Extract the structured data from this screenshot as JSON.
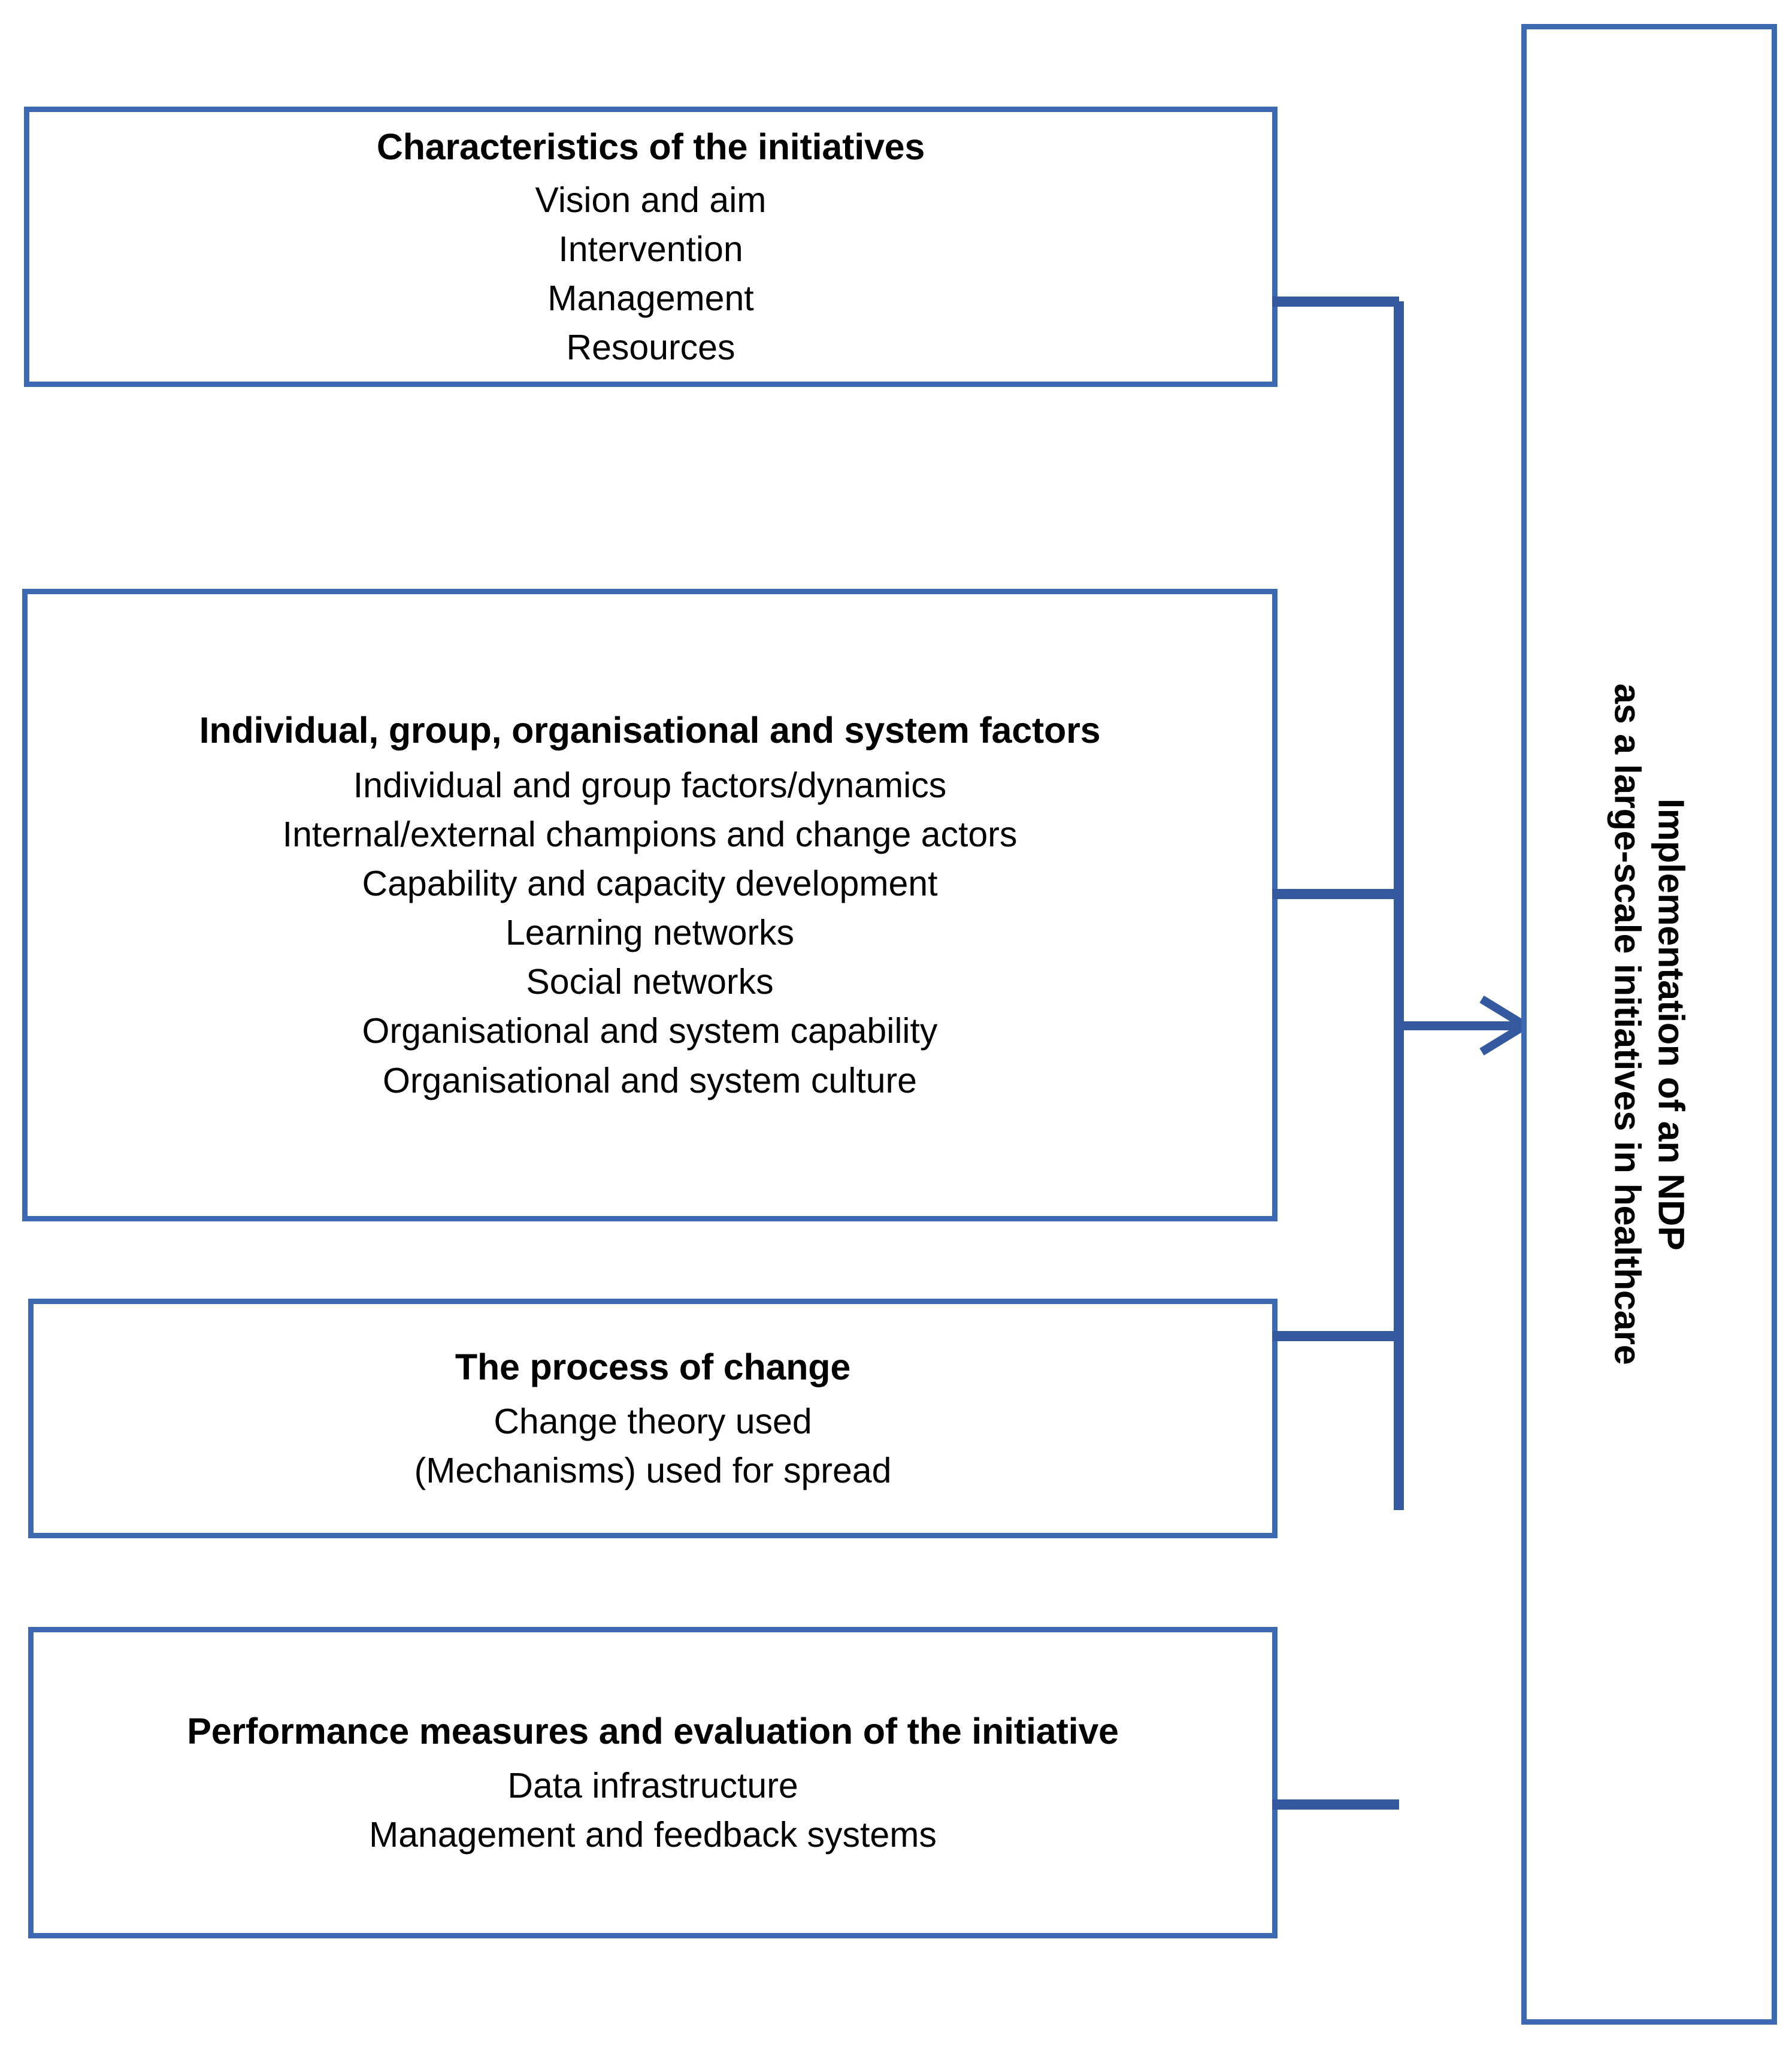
{
  "theme": {
    "box_border_color": "#3d68b2",
    "connector_color": "#35599f",
    "text_color": "#000000",
    "background": "#ffffff"
  },
  "diagram": {
    "type": "flow-diagram",
    "direction": "left-to-right",
    "boxes": [
      {
        "id": "characteristics",
        "title": "Characteristics of the initiatives",
        "items": [
          "Vision and aim",
          "Intervention",
          "Management",
          "Resources"
        ]
      },
      {
        "id": "factors",
        "title": "Individual, group, organisational and system factors",
        "items": [
          "Individual and group factors/dynamics",
          "Internal/external champions and change actors",
          "Capability and capacity development",
          "Learning networks",
          "Social networks",
          "Organisational and system capability",
          "Organisational and system culture"
        ]
      },
      {
        "id": "process",
        "title": "The process of change",
        "items": [
          "Change theory used",
          "(Mechanisms) used for spread"
        ]
      },
      {
        "id": "performance",
        "title": "Performance measures and evaluation of the initiative",
        "items": [
          "Data infrastructure",
          "Management and feedback systems"
        ]
      }
    ],
    "outcome": {
      "id": "outcome",
      "lines": [
        "Implementation of an NDP",
        "as a large-scale initiatives in healthcare"
      ],
      "orientation": "vertical"
    },
    "connector": {
      "arrow_label": "",
      "arrow_direction": "right"
    }
  }
}
